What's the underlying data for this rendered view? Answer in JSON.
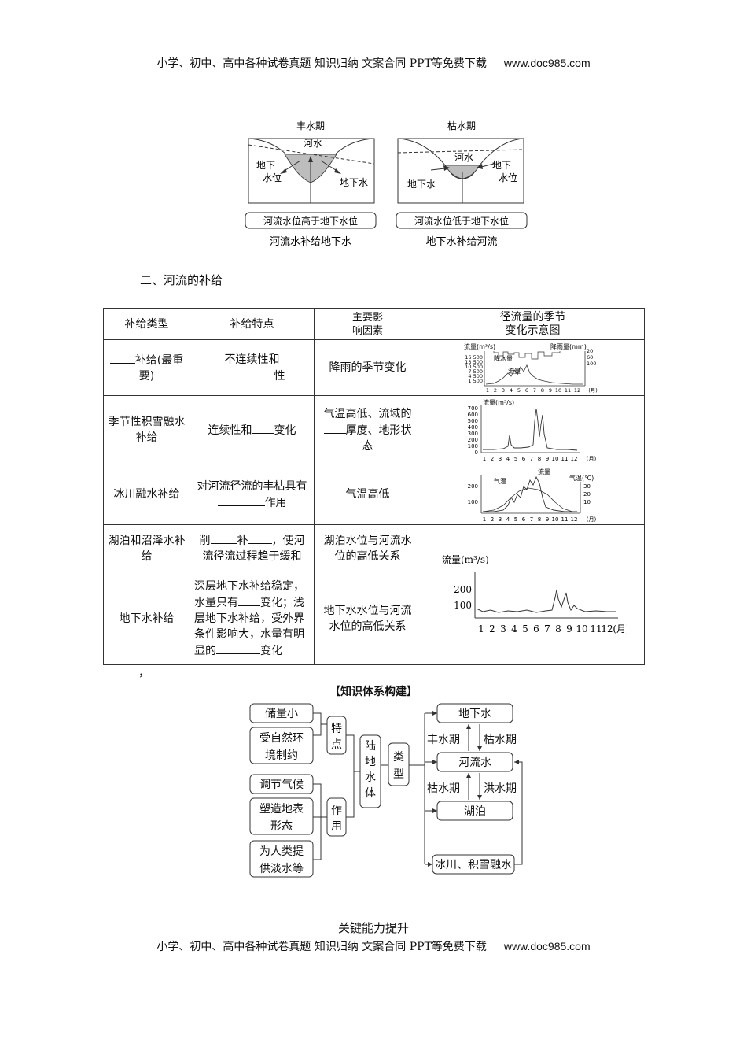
{
  "header": {
    "text": "小学、初中、高中各种试卷真题  知识归纳  文案合同  PPT等免费下载",
    "url": "www.doc985.com"
  },
  "diagram_top": {
    "left": {
      "title": "丰水期",
      "river_label": "河水",
      "gw_level_label_1": "地下",
      "gw_level_label_2": "水位",
      "gw_label": "地下水",
      "box": "河流水位高于地下水位",
      "caption": "河流水补给地下水"
    },
    "right": {
      "title": "枯水期",
      "river_label": "河水",
      "gw_level_label_1": "地下",
      "gw_level_label_2": "水位",
      "gw_label": "地下水",
      "box": "河流水位低于地下水位",
      "caption": "地下水补给河流"
    }
  },
  "section_title": "二、河流的补给",
  "table": {
    "headers": [
      "补给类型",
      "补给特点",
      "主要影响因素",
      "径流量的季节变化示意图"
    ],
    "header3_line1": "主要影",
    "header3_line2": "响因素",
    "header4_line1": "径流量的季节",
    "header4_line2": "变化示意图",
    "rows": [
      {
        "type_suffix": "补给(最重要)",
        "feature_a": "不连续性和",
        "feature_b": "性",
        "factor": "降雨的季节变化"
      },
      {
        "type": "季节性积雪融水补给",
        "feature_a": "连续性和",
        "feature_b": "变化",
        "factor_a": "气温高低、流域的",
        "factor_b": "厚度、地形状态"
      },
      {
        "type": "冰川融水补给",
        "feature_a": "对河流径流的丰枯具有",
        "feature_b": "作用",
        "factor": "气温高低"
      },
      {
        "type": "湖泊和沼泽水补给",
        "feature_a": "削",
        "feature_b": "补",
        "feature_c": "，使河流径流过程趋于缓和",
        "factor": "湖泊水位与河流水位的高低关系"
      },
      {
        "type": "地下水补给",
        "feature_a": "深层地下水补给稳定，水量只有",
        "feature_b": "变化；浅层地下水补给，受外界条件影响大，水量有明显的",
        "feature_c": "变化",
        "factor": "地下水水位与河流水位的高低关系"
      }
    ]
  },
  "charts": {
    "rain": {
      "flow_label": "流量(m³/s)",
      "rain_label": "降雨量(mm)",
      "series_rain": "降水量",
      "series_flow": "流量",
      "y_ticks": [
        "16 500",
        "13 500",
        "10 500",
        "7 500",
        "4 500",
        "1 500"
      ],
      "y2_ticks": [
        "20",
        "60",
        "100"
      ],
      "x_ticks": [
        "1",
        "2",
        "3",
        "4",
        "5",
        "6",
        "7",
        "8",
        "9",
        "10",
        "11",
        "12"
      ],
      "month_unit": "(月)"
    },
    "snow": {
      "flow_label": "流量(m³/s)",
      "y_ticks": [
        "700",
        "600",
        "500",
        "400",
        "300",
        "200",
        "100",
        "0"
      ],
      "x_ticks": [
        "1",
        "2",
        "3",
        "4",
        "5",
        "6",
        "7",
        "8",
        "9",
        "10",
        "11",
        "12"
      ],
      "month_unit": "(月)"
    },
    "glacier": {
      "flow_label": "流量",
      "temp_label": "气温(℃)",
      "series_temp": "气温",
      "y_ticks": [
        "200",
        "100"
      ],
      "y2_ticks": [
        "30",
        "20",
        "10"
      ],
      "x_ticks": [
        "1",
        "2",
        "3",
        "4",
        "5",
        "6",
        "7",
        "8",
        "9",
        "10",
        "11",
        "12"
      ],
      "month_unit": "(月)"
    },
    "ground": {
      "flow_label": "流量(m³/s)",
      "y_ticks": [
        "200",
        "100"
      ],
      "x_ticks": [
        "1",
        "2",
        "3",
        "4",
        "5",
        "6",
        "7",
        "8",
        "9",
        "10",
        "11",
        "12"
      ],
      "month_unit": "(月)"
    }
  },
  "comma": "，",
  "knowledge": {
    "title": "【知识体系构建】",
    "left_items": [
      "储量小",
      "受自然环境制约",
      "调节气候",
      "塑造地表形态",
      "为人类提供淡水等"
    ],
    "left_item2_a": "受自然环",
    "left_item2_b": "境制约",
    "left_item4_a": "塑造地表",
    "left_item4_b": "形态",
    "left_item5_a": "为人类提",
    "left_item5_b": "供淡水等",
    "feature": "特点",
    "role": "作用",
    "center": "陆地水体",
    "type": "类型",
    "right_items": [
      "地下水",
      "河流水",
      "湖泊",
      "冰川、积雪融水"
    ],
    "label_wet1": "丰水期",
    "label_dry1": "枯水期",
    "label_dry2": "枯水期",
    "label_flood": "洪水期"
  },
  "footer_section": "关键能力提升"
}
